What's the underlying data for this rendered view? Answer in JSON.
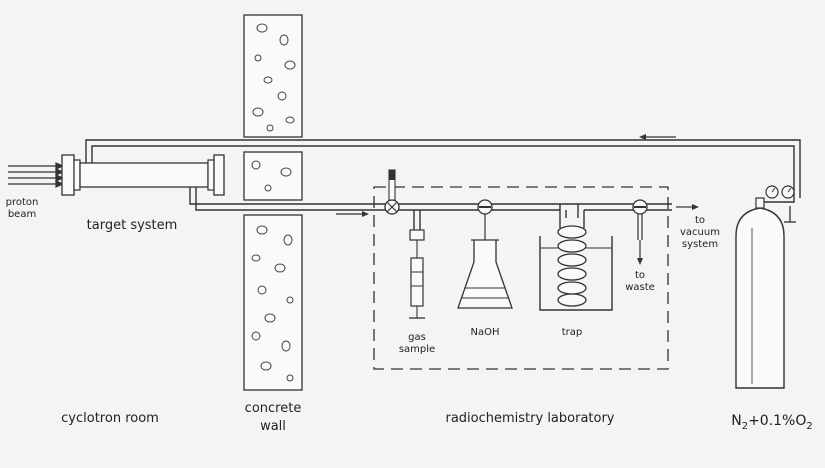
{
  "labels": {
    "proton_beam_1": "proton",
    "proton_beam_2": "beam",
    "target_system": "target system",
    "cyclotron_room": "cyclotron room",
    "concrete_1": "concrete",
    "concrete_2": "wall",
    "radiochem_lab": "radiochemistry laboratory",
    "gas_sample_1": "gas",
    "gas_sample_2": "sample",
    "naoh": "NaOH",
    "trap": "trap",
    "to_waste_1": "to",
    "to_waste_2": "waste",
    "to_vacuum_1": "to",
    "to_vacuum_2": "vacuum",
    "to_vacuum_3": "system",
    "gas_n2": "N",
    "gas_sub2a": "2",
    "gas_mid": "+0.1%",
    "gas_o2": "O",
    "gas_sub2b": "2"
  }
}
